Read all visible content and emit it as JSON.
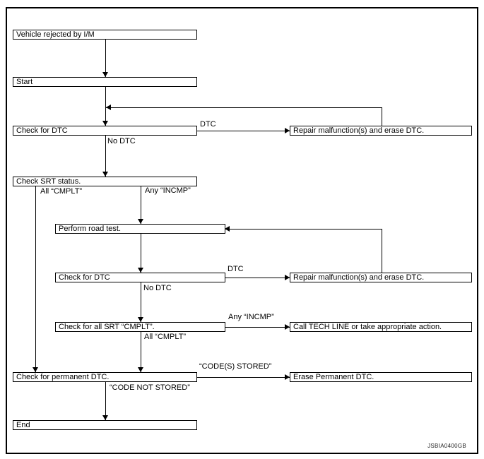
{
  "flow": {
    "figure_id": "JSBIA0400GB",
    "nodes": {
      "vehicle_rejected": "Vehicle rejected by I/M",
      "start": "Start",
      "check_dtc_1": "Check for DTC",
      "check_srt": "Check SRT status.",
      "road_test": "Perform road test.",
      "check_dtc_2": "Check for DTC",
      "check_all_srt": "Check for all SRT “CMPLT”.",
      "check_permanent": "Check for permanent DTC.",
      "end": "End",
      "repair_1": "Repair malfunction(s) and erase DTC.",
      "repair_2": "Repair malfunction(s) and erase DTC.",
      "tech_line": "Call TECH LINE or take appropriate action.",
      "erase_permanent": "Erase Permanent DTC."
    },
    "edge_labels": {
      "dtc_1": "DTC",
      "no_dtc_1": "No DTC",
      "all_cmplt_1": "All “CMPLT”",
      "any_incmp_1": "Any “INCMP”",
      "dtc_2": "DTC",
      "no_dtc_2": "No DTC",
      "any_incmp_2": "Any “INCMP”",
      "all_cmplt_2": "All “CMPLT”",
      "codes_stored": "“CODE(S) STORED”",
      "code_not_stored": "“CODE NOT STORED”"
    }
  }
}
